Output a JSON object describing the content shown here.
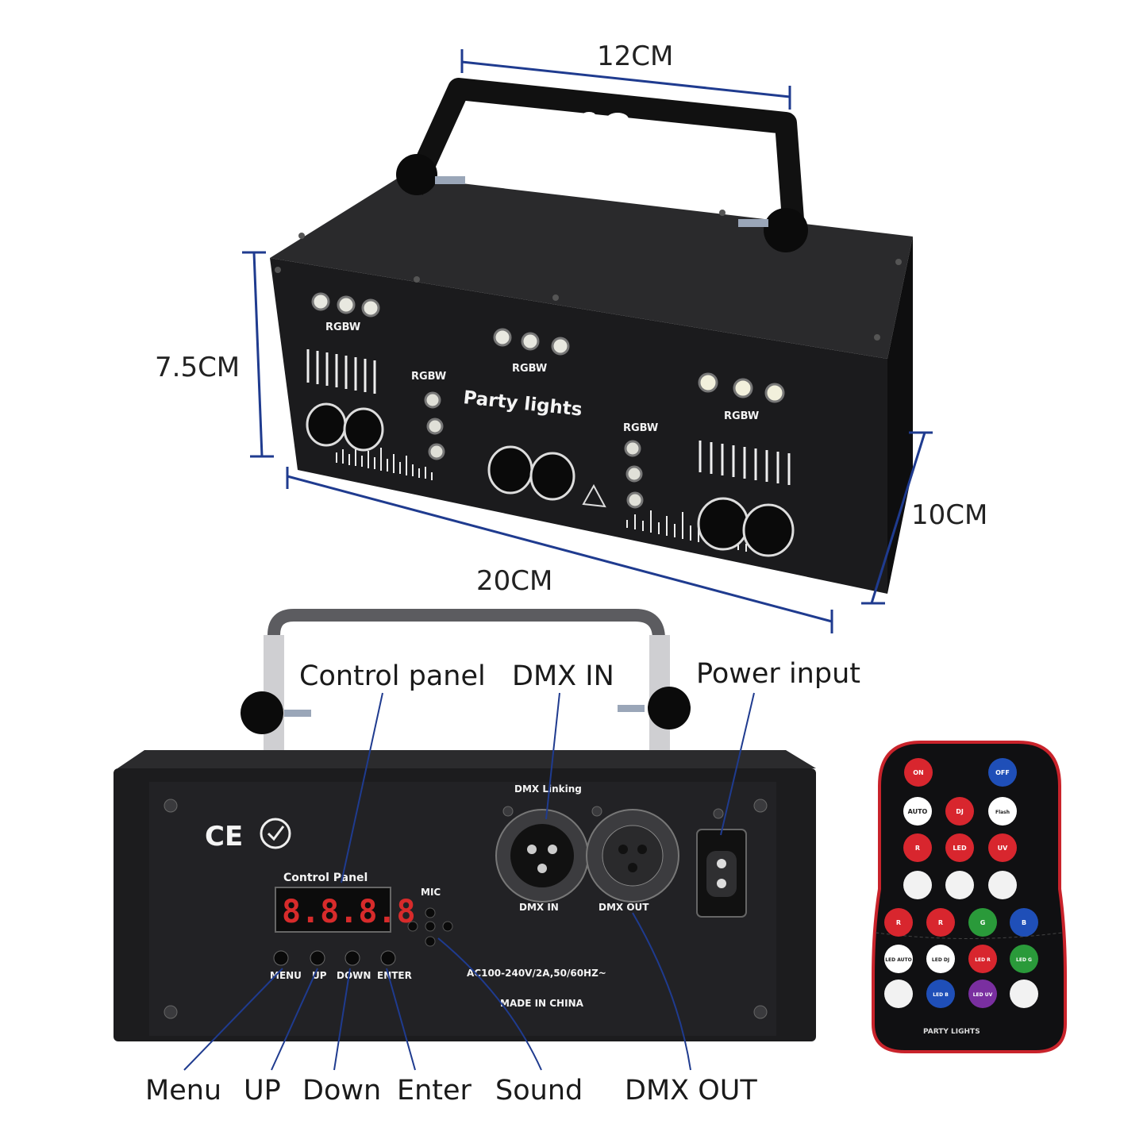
{
  "dimensions": {
    "top_width": "12CM",
    "height": "7.5CM",
    "length": "20CM",
    "depth": "10CM"
  },
  "front_panel": {
    "title": "Party lights",
    "rgbw_label": "RGBW"
  },
  "rear_panel": {
    "ce_mark": "CE",
    "section_title": "Control Panel",
    "display_value": "8.8.8.8",
    "mic_label": "MIC",
    "dmx_linking_label": "DMX Linking",
    "dmx_in_label": "DMX IN",
    "dmx_out_label": "DMX OUT",
    "power_spec": "AC100-240V/2A,50/60HZ~",
    "made_in": "MADE IN CHINA",
    "buttons": [
      "MENU",
      "UP",
      "DOWN",
      "ENTER"
    ]
  },
  "callouts": {
    "control_panel": "Control panel",
    "dmx_in": "DMX IN",
    "power_input": "Power input",
    "menu": "Menu",
    "up": "UP",
    "down": "Down",
    "enter": "Enter",
    "sound": "Sound",
    "dmx_out": "DMX OUT"
  },
  "remote": {
    "brand": "PARTY LIGHTS",
    "buttons": [
      {
        "label": "ON",
        "color": "#d8262e"
      },
      {
        "label": "OFF",
        "color": "#1f4fb8"
      },
      {
        "label": "AUTO",
        "color": "#ffffff"
      },
      {
        "label": "DJ",
        "color": "#d8262e"
      },
      {
        "label": "Flash",
        "color": "#ffffff"
      },
      {
        "label": "R",
        "color": "#d8262e"
      },
      {
        "label": "LED",
        "color": "#d8262e"
      },
      {
        "label": "UV",
        "color": "#d8262e"
      },
      {
        "label": "R",
        "color": "#d8262e"
      },
      {
        "label": "R",
        "color": "#d8262e"
      },
      {
        "label": "G",
        "color": "#2a9a3a"
      },
      {
        "label": "B",
        "color": "#1f4fb8"
      },
      {
        "label": "LED AUTO",
        "color": "#ffffff"
      },
      {
        "label": "LED DJ",
        "color": "#ffffff"
      },
      {
        "label": "LED R",
        "color": "#d8262e"
      },
      {
        "label": "LED G",
        "color": "#2a9a3a"
      },
      {
        "label": "LED B",
        "color": "#1f4fb8"
      },
      {
        "label": "LED UV",
        "color": "#7a2fa0"
      }
    ]
  },
  "colors": {
    "dimension_line": "#1f3b8f",
    "callout_line": "#1f3b8f",
    "housing": "#1d1d1f",
    "housing_side": "#0f0f10"
  }
}
